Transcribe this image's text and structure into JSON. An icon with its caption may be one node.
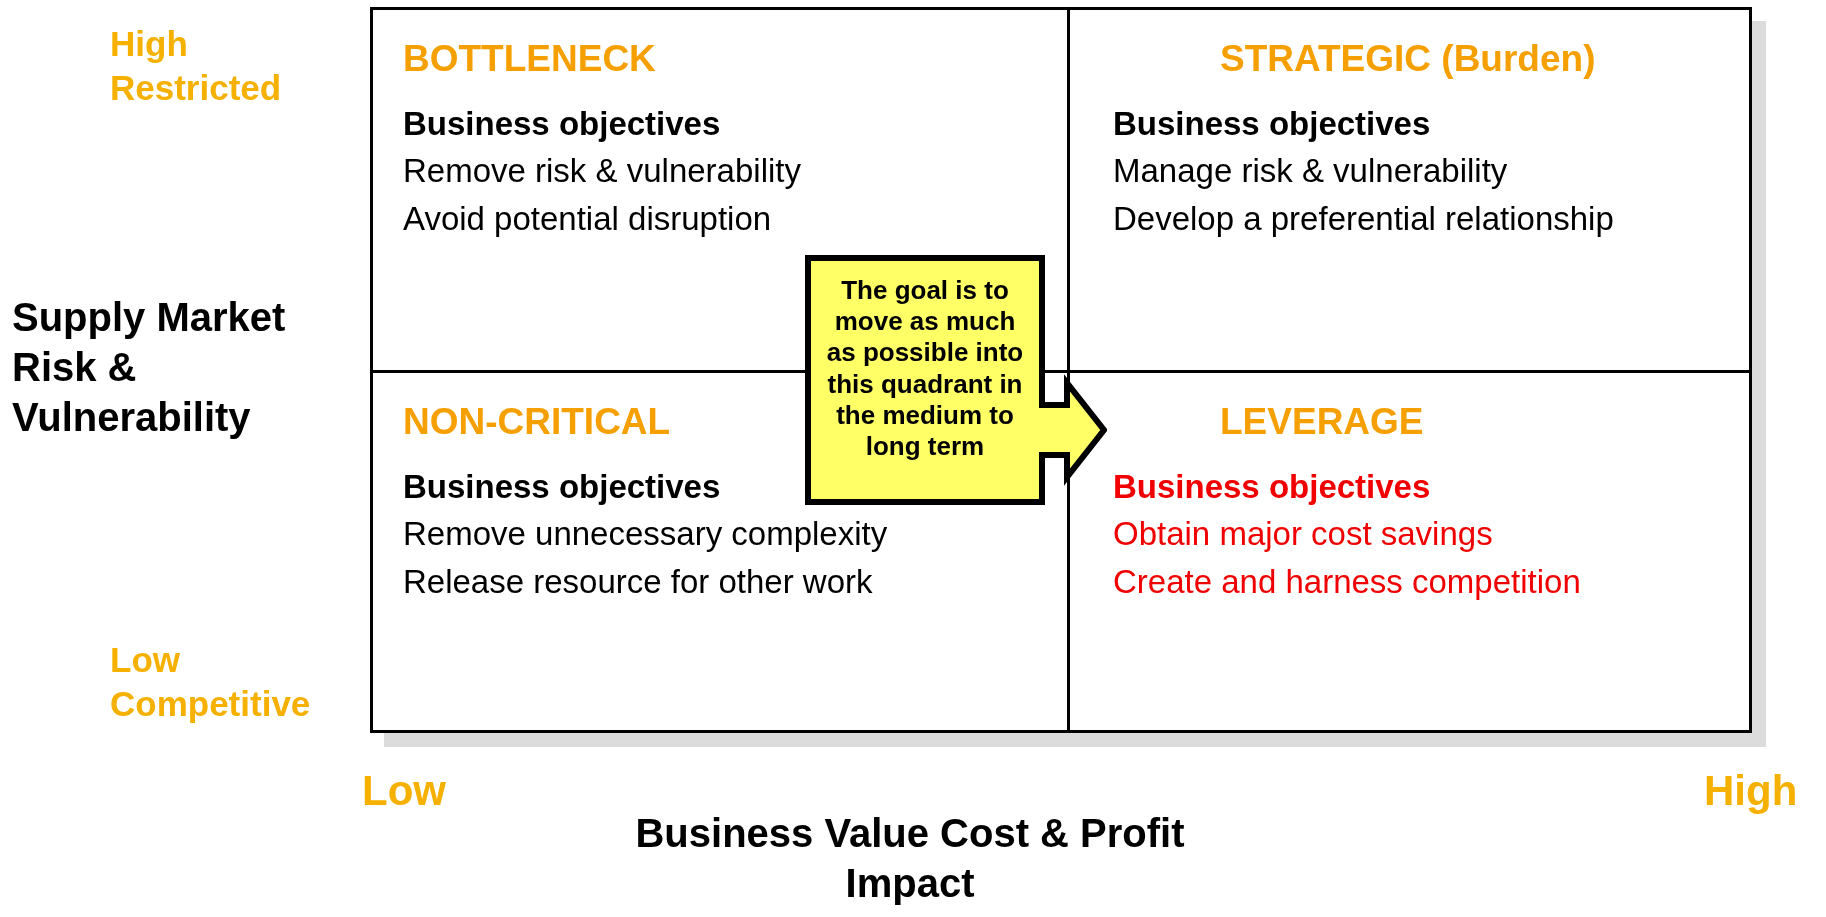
{
  "diagram": {
    "nodes": [
      {
        "text": [
          "BOTTLENECK",
          "Business objectives",
          "Remove risk & vulnerability",
          "Avoid potential disruption"
        ]
      },
      {
        "text": [
          "STRATEGIC (Burden)",
          "Business objectives",
          "Manage risk & vulnerability",
          "Develop a preferential relationship"
        ]
      },
      {
        "text": [
          "NON-CRITICAL",
          "Business objectives",
          "Remove unnecessary complexity",
          "Release resource for other work"
        ]
      },
      {
        "text": [
          "LEVERAGE",
          "Business objectives",
          "Obtain major cost savings",
          "Create and harness competition"
        ]
      },
      {
        "text": [
          "The goal is to move as much as possible into this quadrant in the medium to long term"
        ]
      }
    ],
    "labels": [
      "High Restricted",
      "Supply Market Risk & Vulnerability",
      "Low Competitive",
      "Low",
      "High",
      "Business Value Cost & Profit Impact"
    ]
  }
}
